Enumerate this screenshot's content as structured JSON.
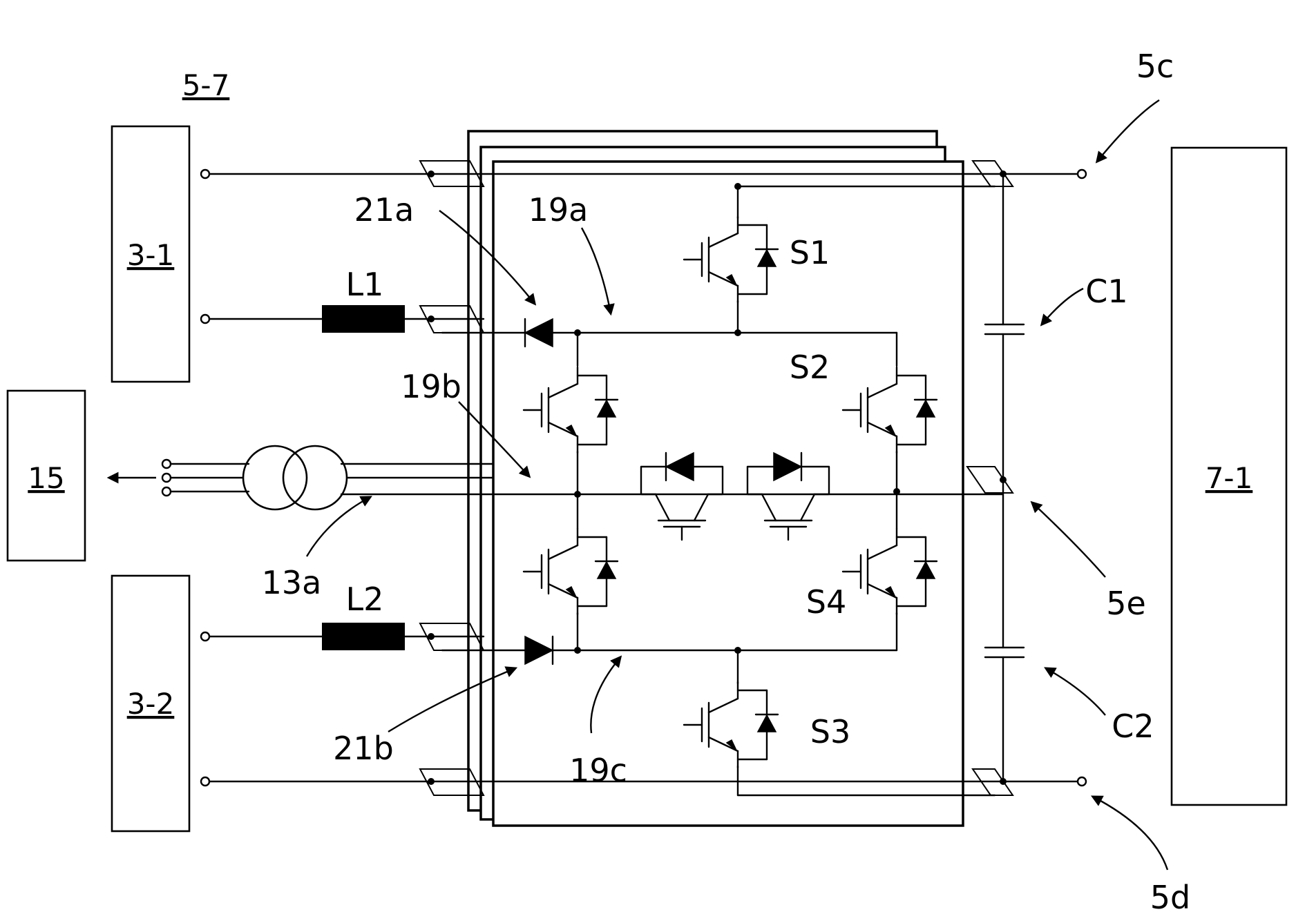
{
  "labels": {
    "figure": "5-7",
    "src1": "3-1",
    "src2": "3-2",
    "grid": "15",
    "load": "7-1",
    "inductor1": "L1",
    "inductor2": "L2",
    "switch1": "S1",
    "switch2": "S2",
    "switch3": "S3",
    "switch4": "S4",
    "cap1": "C1",
    "cap2": "C2",
    "terminal_c": "5c",
    "terminal_d": "5d",
    "terminal_e": "5e",
    "diode_a": "21a",
    "diode_b": "21b",
    "node_a": "19a",
    "node_b": "19b",
    "node_c": "19c",
    "transformer": "13a"
  },
  "icons": {
    "switch": "igbt-with-diode-icon",
    "diode": "diode-icon",
    "transformer": "transformer-icon",
    "capacitor": "capacitor-icon",
    "inductor": "inductor-icon",
    "leader": "leader-arrow-icon"
  },
  "colors": {
    "ink": "#000000",
    "paper": "#ffffff"
  }
}
